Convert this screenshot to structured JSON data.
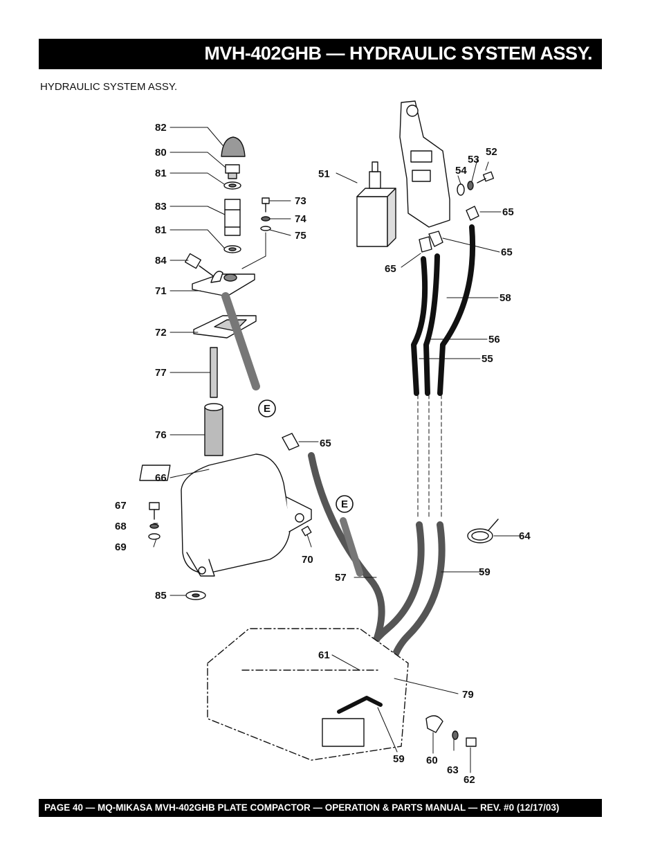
{
  "header": {
    "title": "MVH-402GHB — HYDRAULIC SYSTEM ASSY."
  },
  "section": {
    "label": "HYDRAULIC SYSTEM  ASSY."
  },
  "callouts": {
    "c82": "82",
    "c80": "80",
    "c81a": "81",
    "c83": "83",
    "c81b": "81",
    "c84": "84",
    "c71": "71",
    "c72": "72",
    "c77": "77",
    "c76": "76",
    "c66": "66",
    "c67": "67",
    "c68": "68",
    "c69": "69",
    "c85": "85",
    "c73": "73",
    "c74": "74",
    "c75": "75",
    "c70": "70",
    "c51": "51",
    "c53": "53",
    "c52": "52",
    "c54": "54",
    "c65a": "65",
    "c65b": "65",
    "c65c": "65",
    "c65d": "65",
    "c58": "58",
    "c56": "56",
    "c55": "55",
    "c64": "64",
    "c57": "57",
    "c59a": "59",
    "c61": "61",
    "c79": "79",
    "c59b": "59",
    "c60": "60",
    "c63": "63",
    "c62": "62",
    "markE1": "E",
    "markE2": "E"
  },
  "footer": {
    "text": "PAGE 40 — MQ-MIKASA MVH-402GHB PLATE COMPACTOR —  OPERATION & PARTS MANUAL — REV. #0  (12/17/03)"
  }
}
